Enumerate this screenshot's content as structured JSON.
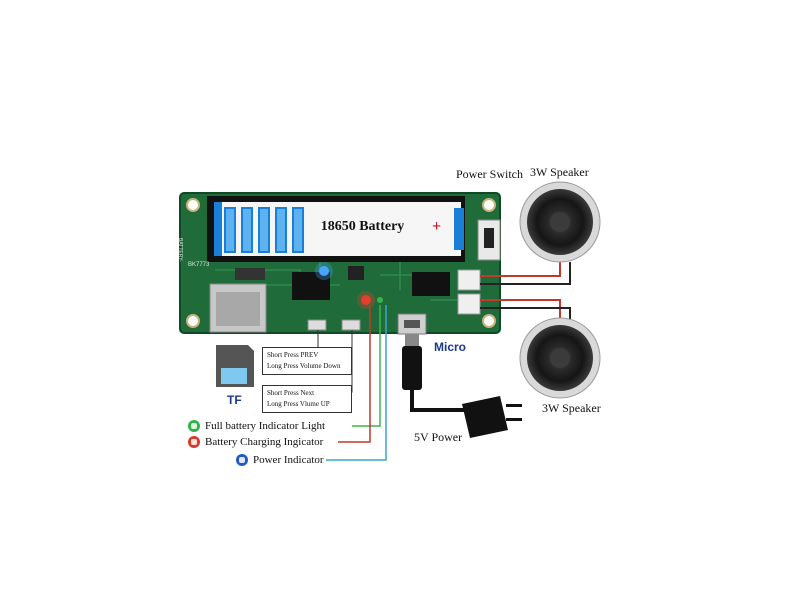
{
  "battery": {
    "label": "18650 Battery",
    "polarity": "+",
    "neg_marking": "BATTERY-"
  },
  "board": {
    "silkscreen_code": "BK7773"
  },
  "labels": {
    "power_switch": "Power Switch",
    "speaker_top": "3W Speaker",
    "speaker_bottom": "3W Speaker",
    "micro": "Micro",
    "power_5v": "5V Power",
    "tf": "TF"
  },
  "buttons": {
    "prev_line1": "Short Press PREV",
    "prev_line2": "Long Press Volume Down",
    "next_line1": "Short Press Next",
    "next_line2": "Long Press Vlume UP"
  },
  "indicators": [
    {
      "label": "Full battery Indicator Light",
      "color": "#2db34a"
    },
    {
      "label": "Battery Charging Ingicator",
      "color": "#d23a2a"
    },
    {
      "label": "Power Indicator",
      "color": "#2357c6"
    }
  ],
  "colors": {
    "pcb": "#1f6b3a",
    "battery_bar": "#1a7fd6",
    "wire_green": "#3bb54a",
    "wire_red": "#c0392b",
    "wire_blue": "#3aa6c9"
  }
}
